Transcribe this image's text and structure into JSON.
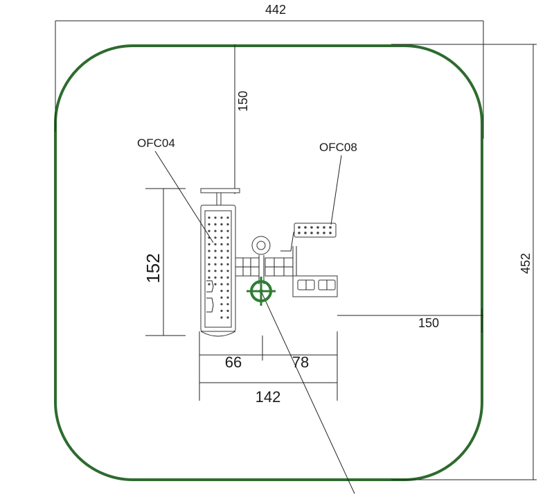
{
  "colors": {
    "boundary": "#2e6b2e",
    "target": "#2e7d32",
    "line": "#222222"
  },
  "dimensions": {
    "overall_width": "442",
    "overall_height": "452",
    "top_clearance": "150",
    "right_clearance": "150",
    "equipment_height": "152",
    "left_width": "66",
    "right_width": "78",
    "total_width": "142"
  },
  "labels": {
    "item_left": "OFC04",
    "item_right": "OFC08"
  },
  "icons": {
    "centre_marker": "crosshair-target-icon"
  }
}
